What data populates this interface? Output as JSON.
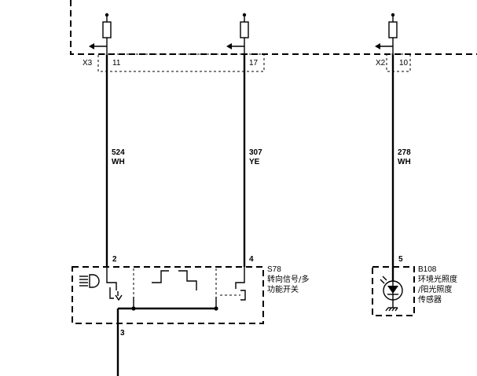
{
  "connectors": {
    "x3": "X3",
    "x2": "X2"
  },
  "pins": {
    "x3_11": "11",
    "x3_17": "17",
    "x2_10": "10",
    "s78_2": "2",
    "s78_4": "4",
    "s78_3": "3",
    "b108_5": "5"
  },
  "wires": [
    {
      "circuit": "524",
      "color": "WH"
    },
    {
      "circuit": "307",
      "color": "YE"
    },
    {
      "circuit": "278",
      "color": "WH"
    }
  ],
  "components": {
    "s78": {
      "id": "S78",
      "name_line1": "转向信号/多",
      "name_line2": "功能开关"
    },
    "b108": {
      "id": "B108",
      "name_line1": "环境光照度",
      "name_line2": "/阳光照度",
      "name_line3": "传感器"
    }
  }
}
